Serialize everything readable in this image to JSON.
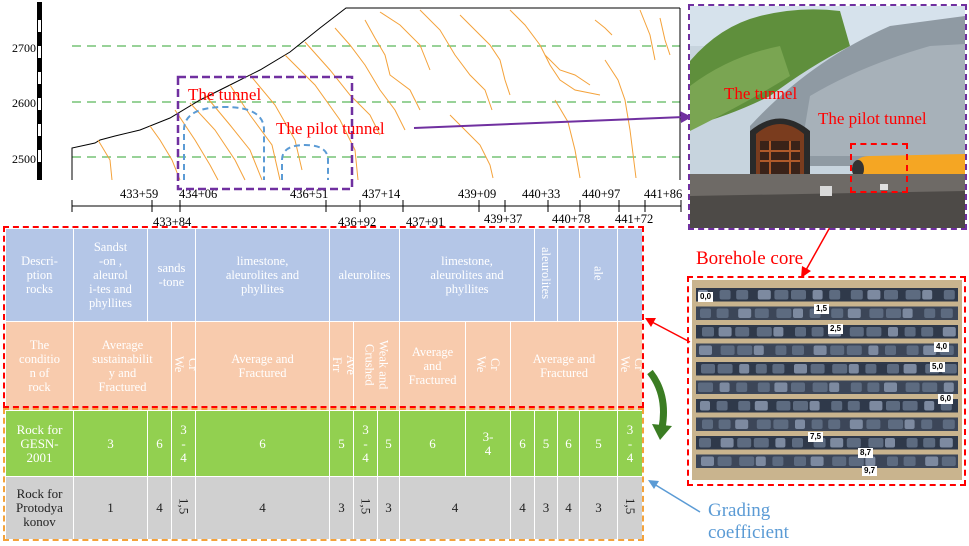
{
  "profile": {
    "elevations": [
      "2700",
      "2600",
      "2500"
    ],
    "upper_chainages": [
      "433+59",
      "434+06",
      "436+51",
      "437+14",
      "439+09",
      "440+33",
      "440+97",
      "441+86"
    ],
    "lower_chainages": [
      "433+84",
      "436+92",
      "437+91",
      "439+37",
      "440+78",
      "441+72"
    ],
    "tunnel_label": "The tunnel",
    "pilot_label": "The pilot tunnel"
  },
  "photo": {
    "tunnel_label": "The tunnel",
    "pilot_label": "The pilot tunnel"
  },
  "core": {
    "title": "Borehole core",
    "depth_tags": [
      "0,0",
      "1,5",
      "2,5",
      "4,0",
      "5,0",
      "6,0",
      "7,5",
      "8,7",
      "9,7"
    ]
  },
  "table": {
    "row_desc": {
      "header": "Descri-\nption\nrocks",
      "c1": "Sandst\n-on ,\naleurol\ni-tes and\nphyllites",
      "c2": "sands\n-tone",
      "c3": "limestone,\naleurolites and\nphyllites",
      "c4": "aleurolites",
      "c5": "limestone,\naleurolites and\nphyllites",
      "c6": "aleurolites",
      "c7": "ale"
    },
    "row_cond": {
      "header": "The\nconditio\nn of\nrock",
      "c1": "Average\nsustainabilit\ny and\nFractured",
      "c2": "Cr\nWe",
      "c3": "Average and\nFractured",
      "c4": "Ave\nFrr",
      "c5": "Weak and\nCrushed",
      "c6": "Average\nand\nFractured",
      "c7": "Cr\nWe",
      "c8": "Average and\nFractured",
      "c9": "Cr\nWe"
    },
    "row_gesn": {
      "header": "Rock for\nGESN-\n2001",
      "values": [
        "3",
        "6",
        "3\n-\n4",
        "6",
        "5",
        "3\n-\n4",
        "5",
        "6",
        "3-\n4",
        "6",
        "5",
        "6",
        "5",
        "3\n-\n4"
      ]
    },
    "row_prot": {
      "header": "Rock for\nProtodya\nkonov",
      "values": [
        "1",
        "4",
        "1,5",
        "4",
        "3",
        "1,5",
        "3",
        "4",
        "4",
        "3",
        "4",
        "3",
        "1,5"
      ]
    }
  },
  "grading_label": "Grading\ncoefficient",
  "colors": {
    "red": "#ff0000",
    "purple": "#7030a0",
    "orange": "#f4a23a",
    "green_dash": "#5bb85b",
    "blue_dash": "#5b9bd5",
    "desc_bg": "#b4c6e7",
    "cond_bg": "#f8cbad",
    "gesn_bg": "#92d050",
    "prot_bg": "#d0d0d0",
    "grading_blue": "#5b9bd5",
    "curve_green": "#3b7d23"
  }
}
